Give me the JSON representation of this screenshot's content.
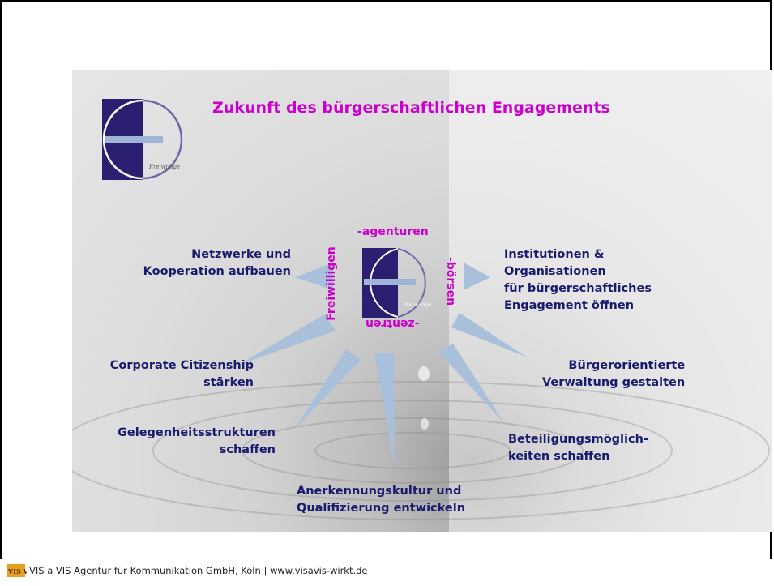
{
  "title": "Zukunft des bürgerschaftlichen Engagements",
  "logo": {
    "label": "Freiwillige"
  },
  "hub": {
    "logo_label": "Freiwillige",
    "left": "Freiwilligen",
    "top": "-agenturen",
    "right": "-börsen",
    "bottom": "-zentren"
  },
  "nodes": {
    "netzwerke": [
      "Netzwerke und",
      "Kooperation aufbauen"
    ],
    "institutionen": [
      "Institutionen &",
      "Organisationen",
      "für bürgerschaftliches",
      "Engagement öffnen"
    ],
    "corporate": [
      "Corporate Citizenship",
      "stärken"
    ],
    "verwaltung": [
      "Bürgerorientierte",
      "Verwaltung gestalten"
    ],
    "gelegenheit": [
      "Gelegenheitsstrukturen",
      "schaffen"
    ],
    "beteiligung": [
      "Beteiligungsmöglich-",
      "keiten schaffen"
    ],
    "anerkennung": [
      "Anerkennungskultur und",
      "Qualifizierung entwickeln"
    ]
  },
  "footer": {
    "logo_text": "VIS VIS",
    "text": "VIS a VIS Agentur für Kommunikation GmbH, Köln | www.visavis-wirkt.de"
  },
  "colors": {
    "title": "#cc00cc",
    "node_text": "#1a1a6e",
    "arrow": "#a9c0da",
    "logo_dark": "#2b1f72"
  }
}
